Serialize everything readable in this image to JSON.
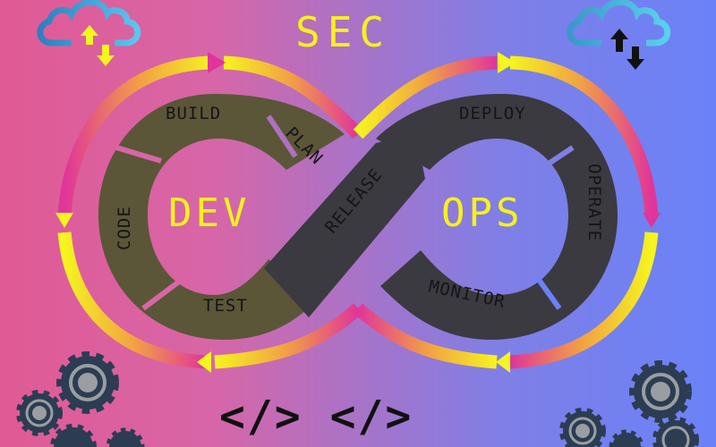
{
  "title": "SEC",
  "left_loop": {
    "center": "DEV",
    "stages": [
      "BUILD",
      "PLAN",
      "CODE",
      "TEST"
    ]
  },
  "right_loop": {
    "center": "OPS",
    "stages": [
      "DEPLOY",
      "OPERATE",
      "MONITOR"
    ]
  },
  "crossing_stage": "RELEASE",
  "footer_code": "</> </>",
  "icons": {
    "left_cloud": "cloud-upload-download-icon",
    "right_cloud": "cloud-upload-download-icon",
    "gears_left": "gears-icon",
    "gears_right": "gears-icon"
  },
  "colors": {
    "bg_left": "#e05a94",
    "bg_right": "#6a82f7",
    "dev_segment": "#5b5638",
    "ops_segment": "#3b3a40",
    "text_yellow": "#f6f21a",
    "gear": "#2c3c52",
    "gear_inner": "#9a9ea2"
  }
}
